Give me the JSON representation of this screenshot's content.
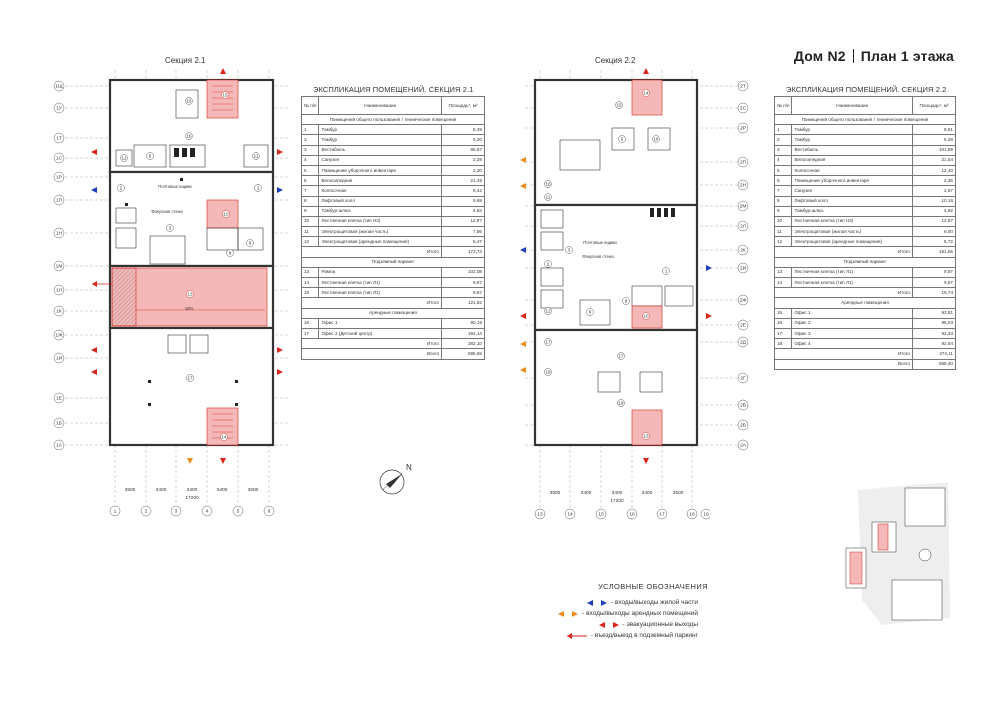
{
  "title": {
    "house": "Дом N2",
    "plan": "План 1 этажа"
  },
  "sections": {
    "s21": "Секция 2.1",
    "s22": "Секция 2.2"
  },
  "table21": {
    "title": "ЭКСПЛИКАЦИЯ ПОМЕЩЕНИЙ. СЕКЦИЯ 2.1",
    "col_num": "№ п/п",
    "col_name": "Наименование",
    "col_area": "Площадь*, м²",
    "groups": [
      {
        "name": "Помещения общего пользования / технические помещения",
        "rows": [
          [
            "1",
            "Тамбур",
            "5,49"
          ],
          [
            "2",
            "Тамбур",
            "5,20"
          ],
          [
            "3",
            "Вестибюль",
            "85,87"
          ],
          [
            "4",
            "Санузел",
            "2,28"
          ],
          [
            "5",
            "Помещение уборочного инвентаря",
            "2,30"
          ],
          [
            "6",
            "Велосипедная",
            "21,35"
          ],
          [
            "7",
            "Колясочная",
            "9,42"
          ],
          [
            "8",
            "Лифтовый холл",
            "9,68"
          ],
          [
            "9",
            "Тамбур-шлюз",
            "4,84"
          ],
          [
            "10",
            "Лестничная клетка (тип Н3)",
            "12,97"
          ],
          [
            "11",
            "Электрощитовая (жилая часть)",
            "7,86"
          ],
          [
            "12",
            "Электрощитовая (арендные помещения)",
            "5,47"
          ]
        ],
        "total_label": "Итого",
        "total": "172,73"
      },
      {
        "name": "Подземный паркинг",
        "rows": [
          [
            "13",
            "Рампа",
            "102,08"
          ],
          [
            "14",
            "Лестничная клетка (тип Л1)",
            "9,87"
          ],
          [
            "15",
            "Лестничная клетка (тип Л1)",
            "9,87"
          ]
        ],
        "total_label": "Итого",
        "total": "121,82"
      },
      {
        "name": "Арендные помещения",
        "rows": [
          [
            "16",
            "Офис 1",
            "90,16"
          ],
          [
            "17",
            "Офис 2 (Детский центр)",
            "194,14"
          ]
        ],
        "total_label": "Итого",
        "total": "282,10"
      }
    ],
    "grand_label": "Всего",
    "grand": "586,65"
  },
  "table22": {
    "title": "ЭКСПЛИКАЦИЯ ПОМЕЩЕНИЙ. СЕКЦИЯ 2.2",
    "col_num": "№ п/п",
    "col_name": "Наименование",
    "col_area": "Площадь*, м²",
    "groups": [
      {
        "name": "Помещения общего пользования / технические помещения",
        "rows": [
          [
            "1",
            "Тамбур",
            "5,61"
          ],
          [
            "2",
            "Тамбур",
            "5,29"
          ],
          [
            "3",
            "Вестибюль",
            "101,89"
          ],
          [
            "4",
            "Велосипедная",
            "21,54"
          ],
          [
            "5",
            "Колясочная",
            "12,40"
          ],
          [
            "6",
            "Помещение уборочного инвентаря",
            "2,36"
          ],
          [
            "7",
            "Санузел",
            "2,67"
          ],
          [
            "8",
            "Лифтовый холл",
            "10,16"
          ],
          [
            "9",
            "Тамбур-шлюз",
            "4,92"
          ],
          [
            "10",
            "Лестничная клетка (тип Н3)",
            "12,97"
          ],
          [
            "11",
            "Электрощитовая (жилая часть)",
            "6,00"
          ],
          [
            "12",
            "Электрощитовая (арендные помещения)",
            "5,72"
          ]
        ],
        "total_label": "Итого",
        "total": "191,55"
      },
      {
        "name": "Подземный паркинг",
        "rows": [
          [
            "13",
            "Лестничная клетка (тип Л1)",
            "9,87"
          ],
          [
            "14",
            "Лестничная клетка (тип Л1)",
            "9,87"
          ]
        ],
        "total_label": "Итого",
        "total": "19,74"
      },
      {
        "name": "Арендные помещения",
        "rows": [
          [
            "15",
            "Офис 1",
            "93,81"
          ],
          [
            "16",
            "Офис 2",
            "95,03"
          ],
          [
            "17",
            "Офис 3",
            "92,33"
          ],
          [
            "18",
            "Офис 4",
            "92,84"
          ]
        ],
        "total_label": "Итого",
        "total": "374,11"
      }
    ],
    "grand_label": "Всего",
    "grand": "585,40"
  },
  "plan_labels": {
    "mail": "Почтовые ящики",
    "focus": "Фокусная стена",
    "ramp_slope": "18%",
    "north": "N"
  },
  "axes21": {
    "rows": [
      "1Щ",
      "1У",
      "1Т",
      "1С",
      "1Р",
      "1П",
      "1Н",
      "1М",
      "1Л",
      "1К",
      "1Ж",
      "1И",
      "1Е",
      "1Б",
      "1А"
    ],
    "cols": [
      "1",
      "2",
      "3",
      "4",
      "5",
      "6"
    ],
    "dims": [
      "3500",
      "3400",
      "3400",
      "3400",
      "3500"
    ],
    "total": "17200"
  },
  "axes22": {
    "rows": [
      "2Т",
      "2С",
      "2Р",
      "2П",
      "2Н",
      "2М",
      "2Л",
      "2К",
      "2И",
      "2Ж",
      "2Е",
      "2Д",
      "2Г",
      "2В",
      "2Б",
      "2А"
    ],
    "cols": [
      "13",
      "14",
      "15",
      "16",
      "17",
      "18",
      "19"
    ],
    "dims": [
      "3500",
      "3400",
      "3400",
      "3400",
      "3500"
    ],
    "total": "17200"
  },
  "legend": {
    "title": "УСЛОВНЫЕ ОБОЗНАЧЕНИЯ",
    "items": [
      {
        "text": "- входы/выходы жилой части",
        "color": "#1f3fbf"
      },
      {
        "text": "- входы/выходы арендных помещений",
        "color": "#f08a1c"
      },
      {
        "text": "- эвакуационные выходы",
        "color": "#d9261c"
      },
      {
        "text": "- въезд/выезд в подземный паркинг",
        "color": "#d9261c"
      }
    ]
  },
  "colors": {
    "line": "#333333",
    "highlight": "#f4b8b8",
    "highlight_stroke": "#d9261c",
    "resident": "#1f3fbf",
    "rental": "#f08a1c",
    "evac": "#d9261c"
  }
}
